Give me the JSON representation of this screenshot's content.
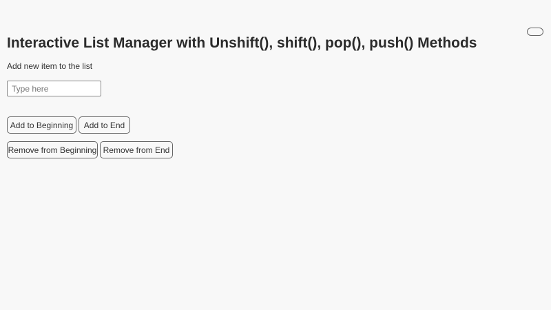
{
  "header": {
    "title": "Interactive List Manager with Unshift(), shift(), pop(), push() Methods"
  },
  "form": {
    "label": "Add new item to the list",
    "input_placeholder": "Type here",
    "input_value": ""
  },
  "buttons": {
    "add_beginning": "Add to Beginning",
    "add_end": "Add to End",
    "remove_beginning": "Remove from Beginning",
    "remove_end": "Remove from End"
  }
}
